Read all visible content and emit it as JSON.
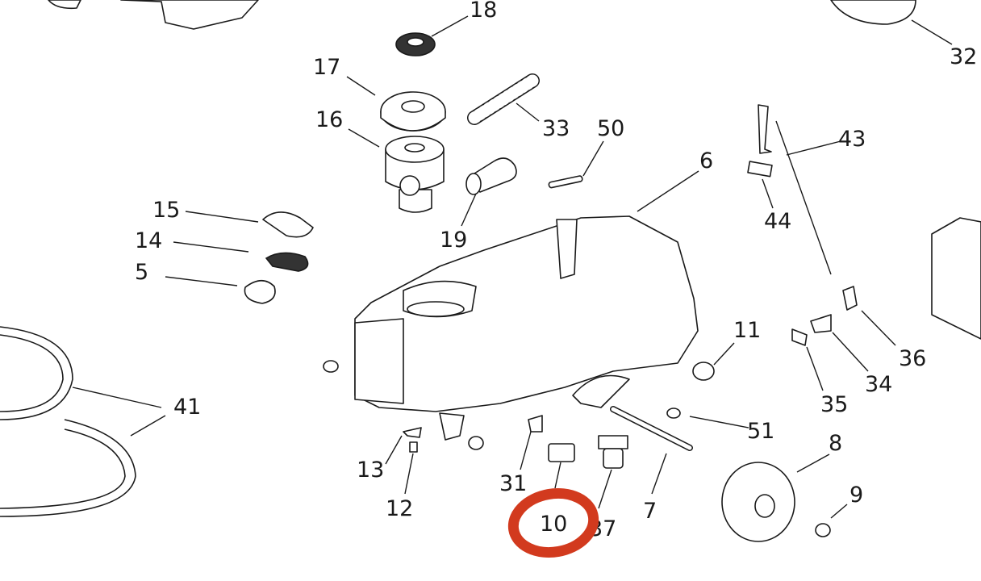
{
  "diagram": {
    "title": "Exploded parts diagram",
    "callouts": [
      "18",
      "17",
      "16",
      "33",
      "50",
      "6",
      "43",
      "44",
      "15",
      "14",
      "5",
      "19",
      "32",
      "11",
      "36",
      "34",
      "35",
      "41",
      "51",
      "8",
      "9",
      "13",
      "12",
      "31",
      "10",
      "37",
      "7"
    ],
    "highlight": {
      "label": "10",
      "color": "#d23a1e"
    }
  }
}
